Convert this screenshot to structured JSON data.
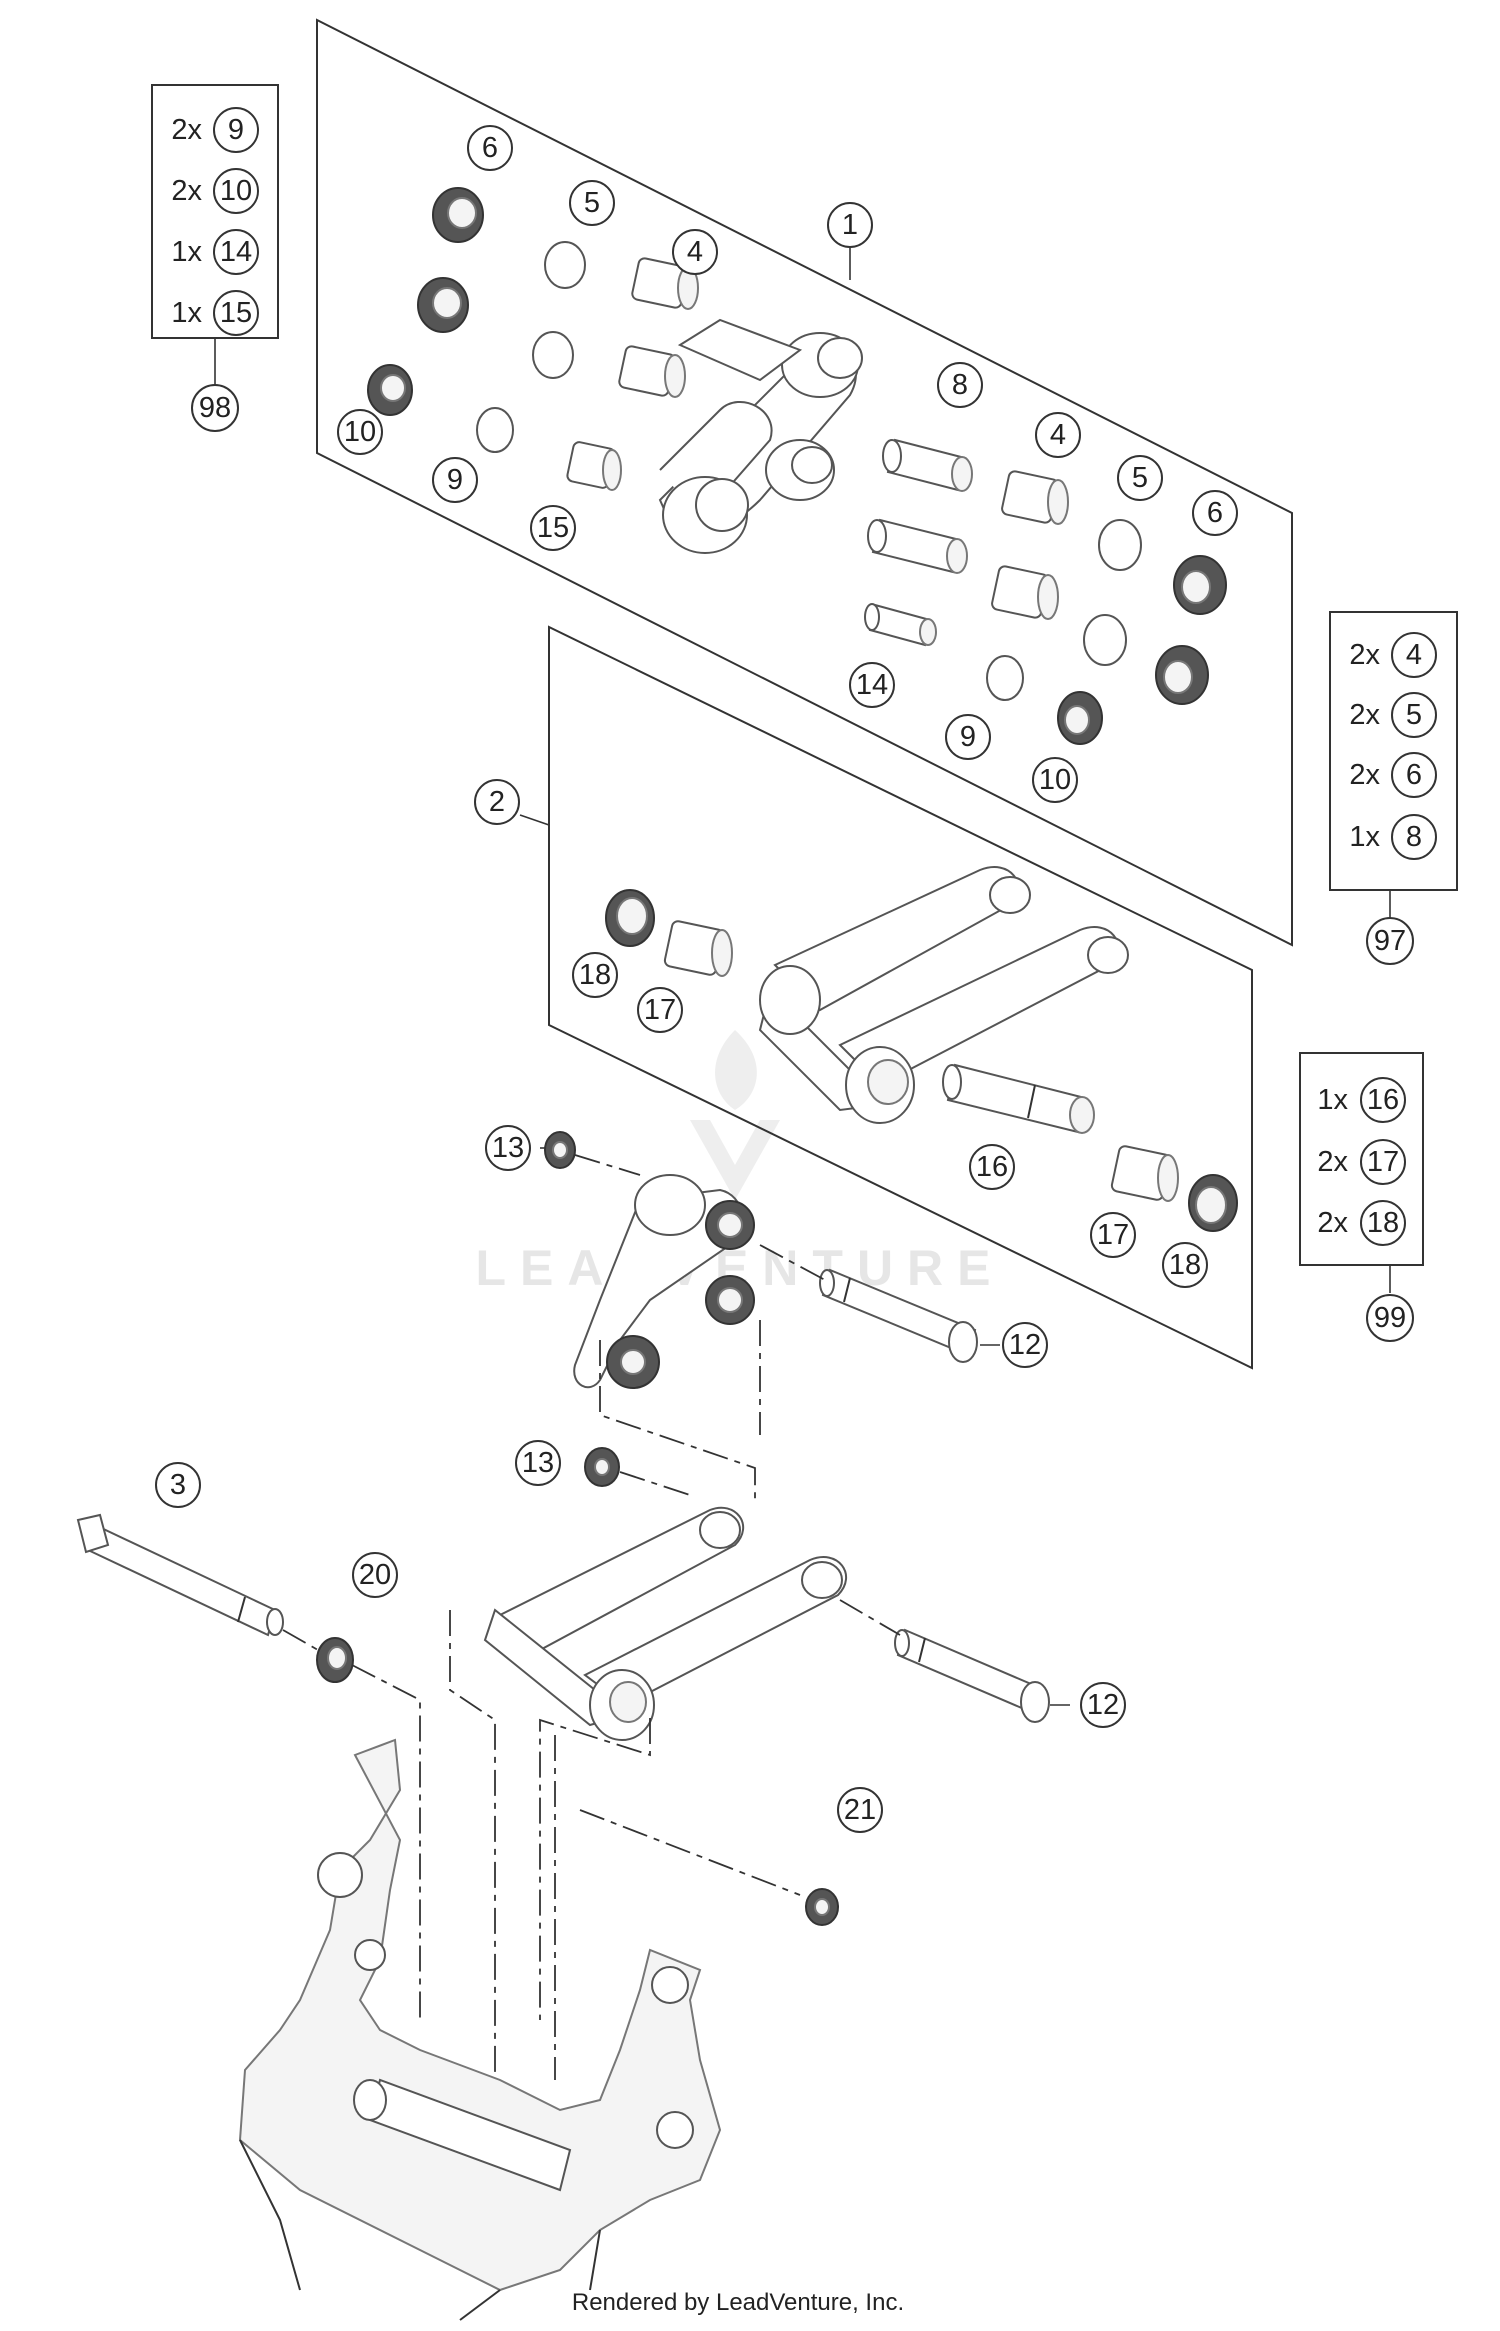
{
  "diagram": {
    "footer": "Rendered by LeadVenture, Inc.",
    "watermark": "LEADVENTURE",
    "callouts": {
      "c1": "1",
      "c2": "2",
      "c3": "3",
      "c4a": "4",
      "c4b": "4",
      "c5a": "5",
      "c5b": "5",
      "c6a": "6",
      "c6b": "6",
      "c8": "8",
      "c9a": "9",
      "c9b": "9",
      "c10a": "10",
      "c10b": "10",
      "c12a": "12",
      "c12b": "12",
      "c13a": "13",
      "c13b": "13",
      "c14": "14",
      "c15": "15",
      "c16": "16",
      "c17a": "17",
      "c17b": "17",
      "c18a": "18",
      "c18b": "18",
      "c20": "20",
      "c21": "21"
    },
    "kits": {
      "k98": {
        "label": "98",
        "rows": [
          {
            "qty": "2x",
            "part": "9"
          },
          {
            "qty": "2x",
            "part": "10"
          },
          {
            "qty": "1x",
            "part": "14"
          },
          {
            "qty": "1x",
            "part": "15"
          }
        ]
      },
      "k97": {
        "label": "97",
        "rows": [
          {
            "qty": "2x",
            "part": "4"
          },
          {
            "qty": "2x",
            "part": "5"
          },
          {
            "qty": "2x",
            "part": "6"
          },
          {
            "qty": "1x",
            "part": "8"
          }
        ]
      },
      "k99": {
        "label": "99",
        "rows": [
          {
            "qty": "1x",
            "part": "16"
          },
          {
            "qty": "2x",
            "part": "17"
          },
          {
            "qty": "2x",
            "part": "18"
          }
        ]
      }
    }
  }
}
